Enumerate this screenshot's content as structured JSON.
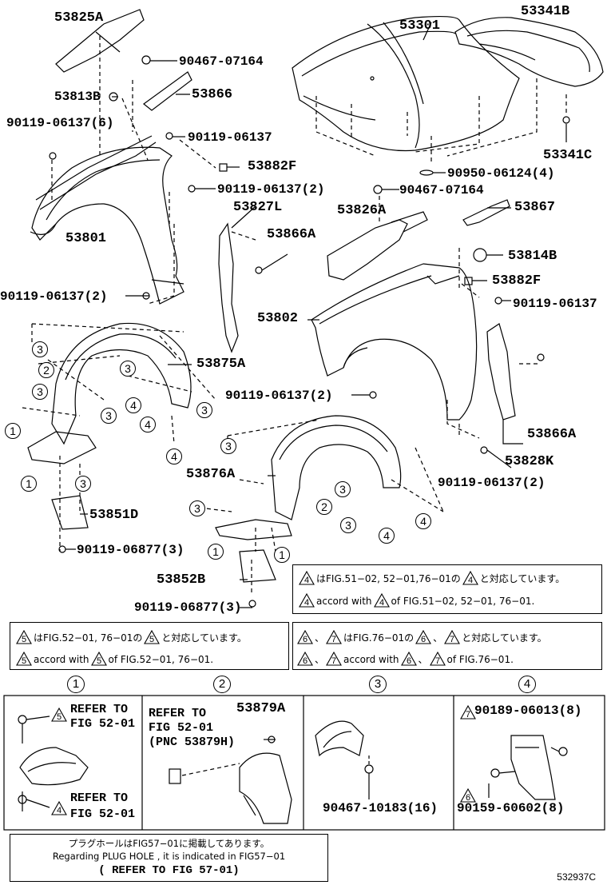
{
  "parts": {
    "p53825A": "53825A",
    "p90467_07164_a": "90467-07164",
    "p53813B": "53813B",
    "p53866": "53866",
    "p90119_06137_6": "90119-06137(6)",
    "p90119_06137_a": "90119-06137",
    "p53882F_a": "53882F",
    "p90119_06137_2a": "90119-06137(2)",
    "p53801": "53801",
    "p90119_06137_2b": "90119-06137(2)",
    "p53301": "53301",
    "p53341B": "53341B",
    "p53341C": "53341C",
    "p90950_06124_4": "90950-06124(4)",
    "p90467_07164_b": "90467-07164",
    "p53827L": "53827L",
    "p53866A_a": "53866A",
    "p53826A": "53826A",
    "p53867": "53867",
    "p53814B": "53814B",
    "p53882F_b": "53882F",
    "p90119_06137_b": "90119-06137",
    "p53802": "53802",
    "p90119_06137_2c": "90119-06137(2)",
    "p53875A": "53875A",
    "p53866A_b": "53866A",
    "p53828K": "53828K",
    "p90119_06137_2d": "90119-06137(2)",
    "p53876A": "53876A",
    "p53851D": "53851D",
    "p90119_06877_3a": "90119-06877(3)",
    "p53852B": "53852B",
    "p90119_06877_3b": "90119-06877(3)"
  },
  "callouts": [
    "1",
    "2",
    "3",
    "4"
  ],
  "notes": {
    "n4_jp_a": "はFIG.51−02, 52−01,76−01の",
    "n4_jp_b": "と対応しています。",
    "n4_en_a": "accord with",
    "n4_en_b": "of FIG.51−02, 52−01, 76−01.",
    "n5_jp_a": "はFIG.52−01, 76−01の",
    "n5_jp_b": "と対応しています。",
    "n5_en_a": "accord with",
    "n5_en_b": "of FIG.52−01, 76−01.",
    "n67_jp_sep": "、",
    "n67_jp_a": "はFIG.76−01の",
    "n67_jp_b": "と対応しています。",
    "n67_en_a": "accord with",
    "n67_en_b": "of FIG.76−01.",
    "tri4": "4",
    "tri5": "5",
    "tri6": "6",
    "tri7": "7"
  },
  "panels": {
    "p1_ref_a1": "REFER TO",
    "p1_ref_a2": "FIG 52-01",
    "p1_ref_b1": "REFER TO",
    "p1_ref_b2": "FIG 52-01",
    "p2_ref1": "REFER TO",
    "p2_ref2": "FIG 52-01",
    "p2_ref3": "(PNC 53879H)",
    "p2_part": "53879A",
    "p3_part": "90467-10183(16)",
    "p4_part_a": "90189-06013(8)",
    "p4_part_b": "90159-60602(8)"
  },
  "bottom_note": {
    "line1": "プラグホールはFIG57−01に掲載してあります。",
    "line2": "Regarding PLUG HOLE , it is indicated in FIG57−01",
    "line3": "( REFER TO FIG 57-01)"
  },
  "drawing_code": "532937C"
}
